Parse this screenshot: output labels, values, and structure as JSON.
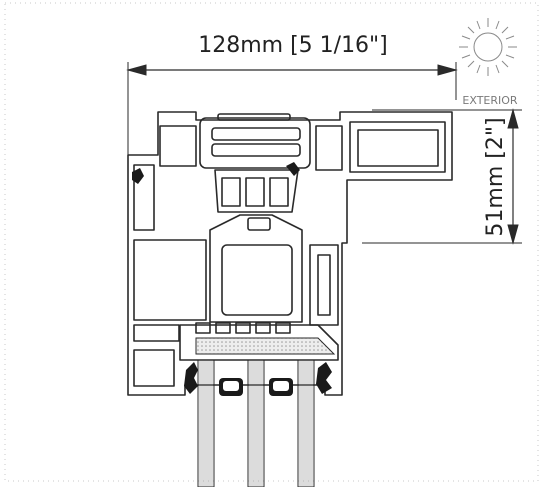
{
  "dimensions": {
    "width_label": "128mm [5 1/16\"]",
    "depth_label": "51mm [2\"]"
  },
  "orientation": {
    "exterior_label": "EXTERIOR",
    "icon": "sun-icon"
  },
  "colors": {
    "line": "#2a2a2a",
    "hatch": "#b8b8b8",
    "gasket": "#1a1a1a",
    "border_dots": "#c8c8c8"
  }
}
